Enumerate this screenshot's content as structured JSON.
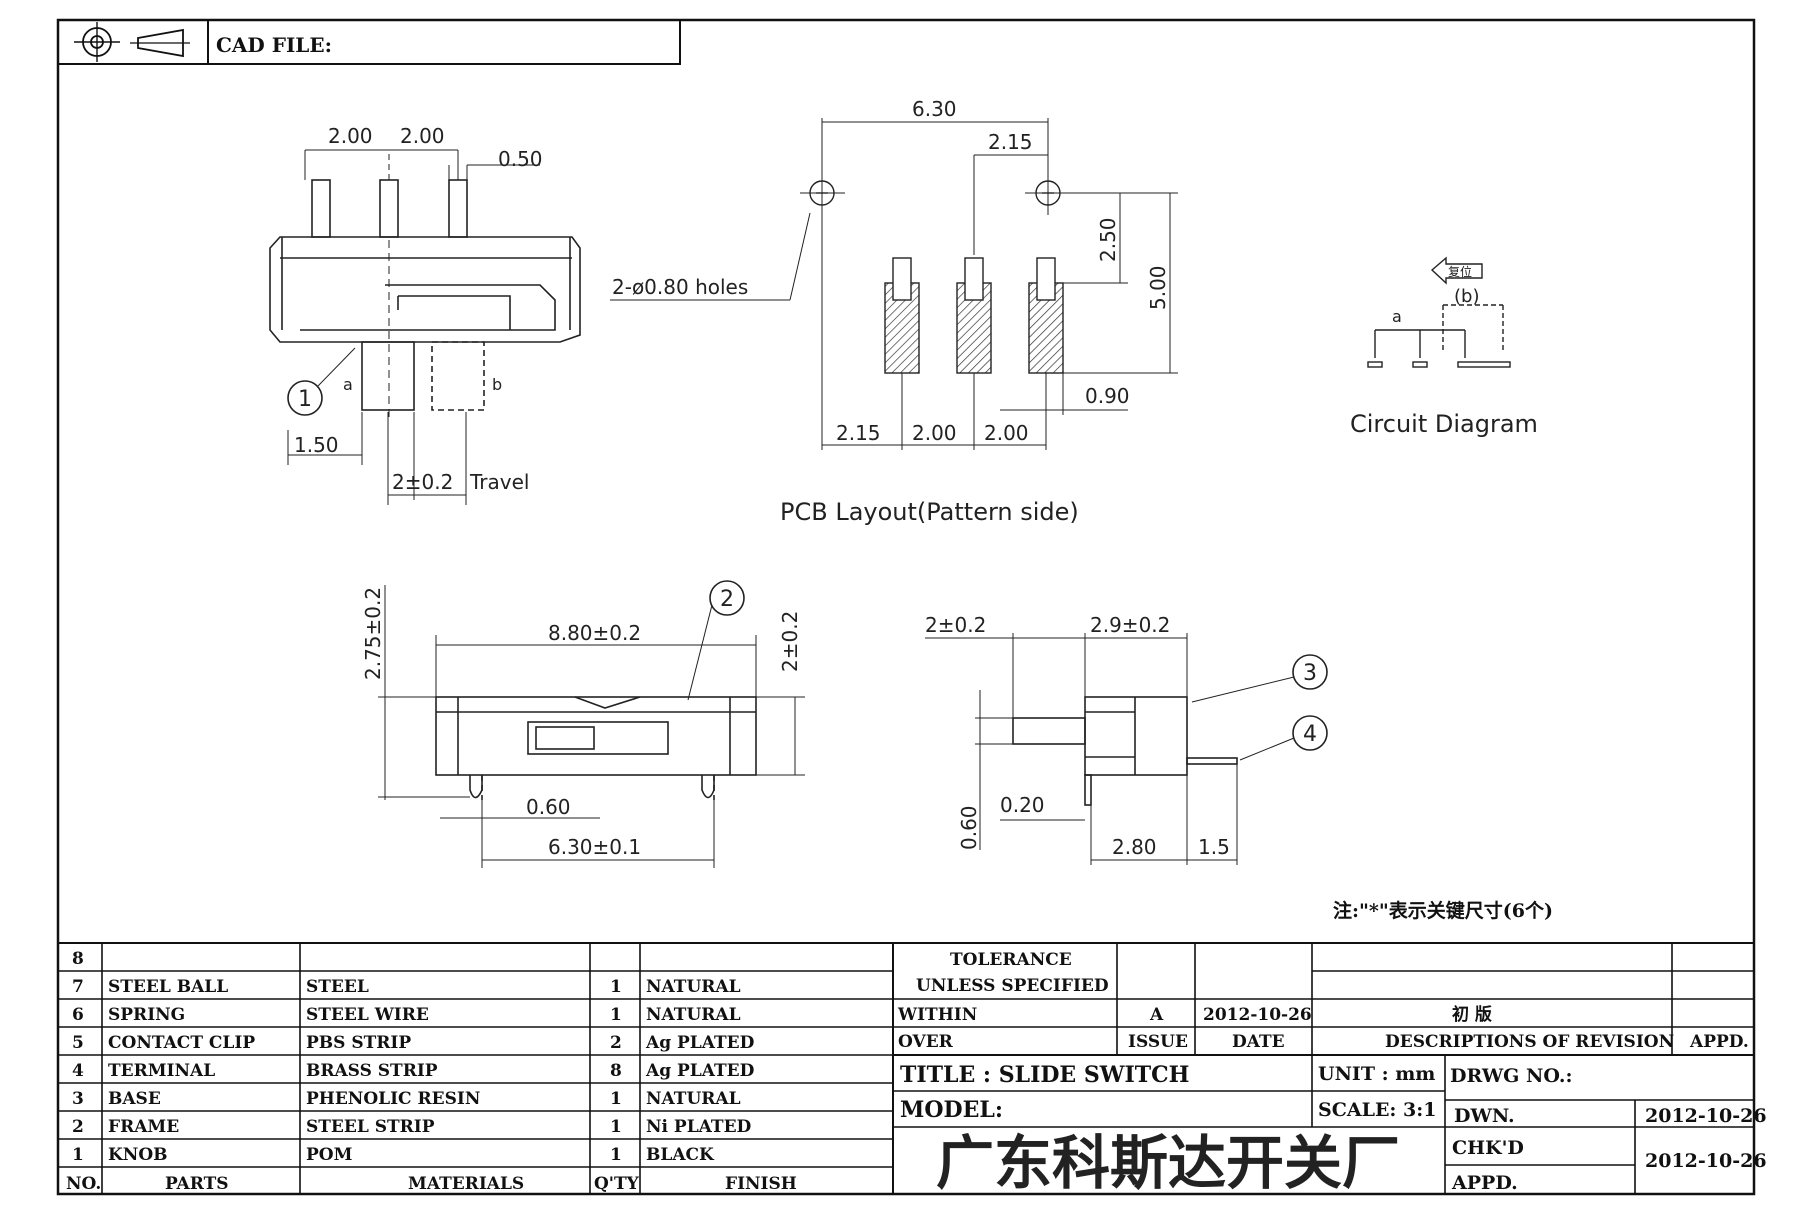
{
  "title_block": {
    "cad_file_label": "CAD FILE:"
  },
  "side_view": {
    "pitch_left": "2.00",
    "pitch_right": "2.00",
    "pin_width": "0.50",
    "knob_offset": "1.50",
    "travel": "2±0.2",
    "travel_label": "Travel",
    "label_a": "a",
    "label_b": "b",
    "callout": "1"
  },
  "pcb_layout": {
    "width": "6.30",
    "offset": "2.15",
    "hole_label": "2-ø0.80  holes",
    "dim_250": "2.50",
    "dim_500": "5.00",
    "dim_090": "0.90",
    "bottom_215": "2.15",
    "bottom_200a": "2.00",
    "bottom_200b": "2.00",
    "caption": "PCB Layout(Pattern side)"
  },
  "circuit": {
    "reset_label": "复位",
    "label_b": "(b)",
    "label_a": "a",
    "caption": "Circuit Diagram"
  },
  "front_view": {
    "width": "8.80±0.2",
    "height": "2.75±0.2",
    "right_height": "2±0.2",
    "pin_gap": "0.60",
    "pin_span": "6.30±0.1",
    "callout": "2"
  },
  "end_view": {
    "knob": "2±0.2",
    "body": "2.9±0.2",
    "callout3": "3",
    "callout4": "4",
    "dim_060": "0.60",
    "dim_020": "0.20",
    "dim_280": "2.80",
    "dim_15": "1.5"
  },
  "note": "注:\"*\"表示关键尺寸(6个)",
  "parts": [
    {
      "no": "8",
      "part": "",
      "material": "",
      "qty": "",
      "finish": ""
    },
    {
      "no": "7",
      "part": "STEEL BALL",
      "material": "STEEL",
      "qty": "1",
      "finish": "NATURAL"
    },
    {
      "no": "6",
      "part": "SPRING",
      "material": "STEEL WIRE",
      "qty": "1",
      "finish": "NATURAL"
    },
    {
      "no": "5",
      "part": "CONTACT CLIP",
      "material": "PBS STRIP",
      "qty": "2",
      "finish": "Ag PLATED"
    },
    {
      "no": "4",
      "part": "TERMINAL",
      "material": "BRASS STRIP",
      "qty": "8",
      "finish": "Ag PLATED"
    },
    {
      "no": "3",
      "part": "BASE",
      "material": "PHENOLIC RESIN",
      "qty": "1",
      "finish": "NATURAL"
    },
    {
      "no": "2",
      "part": "FRAME",
      "material": "STEEL STRIP",
      "qty": "1",
      "finish": "Ni PLATED"
    },
    {
      "no": "1",
      "part": "KNOB",
      "material": "POM",
      "qty": "1",
      "finish": "BLACK"
    }
  ],
  "parts_header": {
    "no": "NO.",
    "part": "PARTS",
    "material": "MATERIALS",
    "qty": "Q'TY",
    "finish": "FINISH"
  },
  "tolerance": {
    "line1": "TOLERANCE",
    "line2": "UNLESS  SPECIFIED",
    "within": "WITHIN",
    "over": "OVER"
  },
  "revision": {
    "issue": "A",
    "date": "2012-10-26",
    "description": "初  版",
    "issue_label": "ISSUE",
    "date_label": "DATE",
    "desc_label": "DESCRIPTIONS OF REVISION",
    "appd_label": "APPD."
  },
  "title": {
    "label": "TITLE : SLIDE SWITCH",
    "unit": "UNIT :  mm",
    "drwg": "DRWG NO.:",
    "model": "MODEL:",
    "scale": "SCALE:  3:1",
    "dwn_label": "DWN.",
    "dwn_date": "2012-10-26",
    "chkd_label": "CHK'D",
    "chkd_date": "2012-10-26",
    "appd_label": "APPD.",
    "company": "广东科斯达开关厂"
  }
}
